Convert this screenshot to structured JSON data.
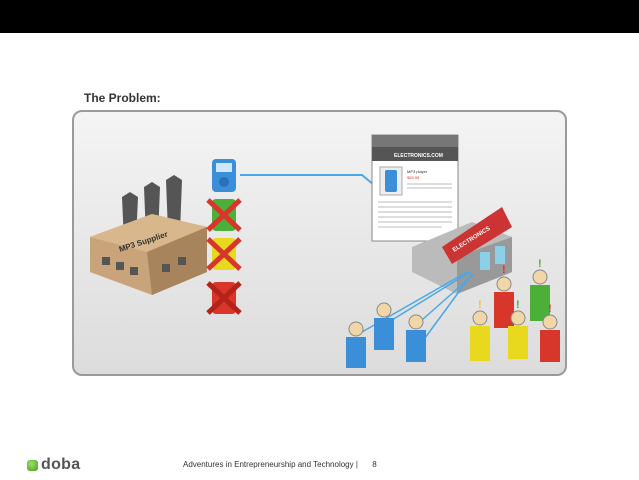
{
  "slide": {
    "title": "The Problem:",
    "factory_label": "MP3 Supplier",
    "store_sign": "ELECTRONICS",
    "website": {
      "banner": "ELECTRONICS.COM",
      "product_name": "MP3 player",
      "price": "$59.95"
    }
  },
  "footer": {
    "brand": "doba",
    "text": "Adventures in Entrepreneurship and Technology",
    "separator": "|",
    "page_number": "8"
  },
  "colors": {
    "blue": "#3a8fd8",
    "green": "#4caf3a",
    "yellow": "#e8d81e",
    "red": "#d8362a"
  }
}
